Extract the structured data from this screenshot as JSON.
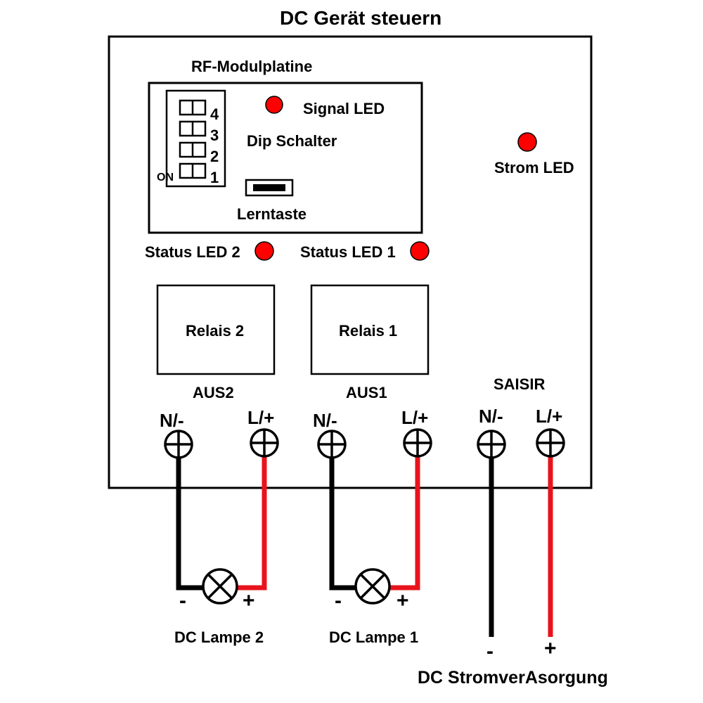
{
  "title": "DC Gerät steuern",
  "rf_module": {
    "title": "RF-Modulplatine",
    "signal_led": "Signal LED",
    "dip_switch": "Dip Schalter",
    "dip_numbers": [
      "4",
      "3",
      "2",
      "1"
    ],
    "dip_on": "ON",
    "learn_button": "Lerntaste"
  },
  "power_led": "Strom LED",
  "status_led_2": "Status LED 2",
  "status_led_1": "Status LED 1",
  "relay_2": "Relais 2",
  "relay_1": "Relais 1",
  "output_2": "AUS2",
  "output_1": "AUS1",
  "input": "SAISIR",
  "terminals": {
    "out2_neg": "N/-",
    "out2_pos": "L/+",
    "out1_neg": "N/-",
    "out1_pos": "L/+",
    "in_neg": "N/-",
    "in_pos": "L/+"
  },
  "lamp_2": {
    "label": "DC Lampe 2",
    "minus": "-",
    "plus": "+"
  },
  "lamp_1": {
    "label": "DC Lampe 1",
    "minus": "-",
    "plus": "+"
  },
  "supply": {
    "label": "DC StromverAsorgung",
    "minus": "-",
    "plus": "+"
  },
  "colors": {
    "led": "#ff0000",
    "positive_wire": "#e8141c",
    "negative_wire": "#000000"
  }
}
